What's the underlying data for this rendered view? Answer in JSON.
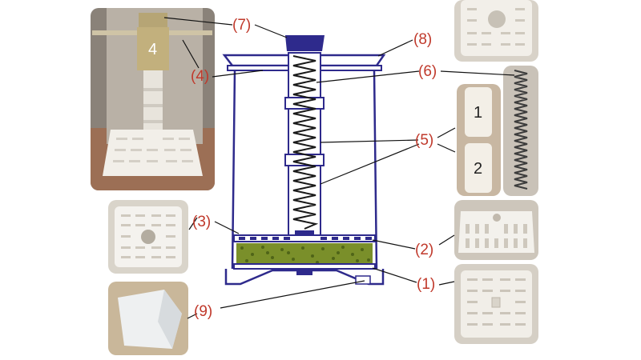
{
  "labels": {
    "l1": "(1)",
    "l2": "(2)",
    "l3": "(3)",
    "l4": "(4)",
    "l5": "(5)",
    "l6": "(6)",
    "l7": "(7)",
    "l8": "(8)",
    "l9": "(9)"
  },
  "photo_marks": {
    "stem_number": "4",
    "tube_top": "1",
    "tube_bottom": "2"
  },
  "colors": {
    "label_red": "#c0392b",
    "schematic_blue": "#2e2a8c",
    "filter_green": "#7a8f2a",
    "photo_bg": "#dad3c8",
    "plastic_white": "#f4f2ee"
  }
}
